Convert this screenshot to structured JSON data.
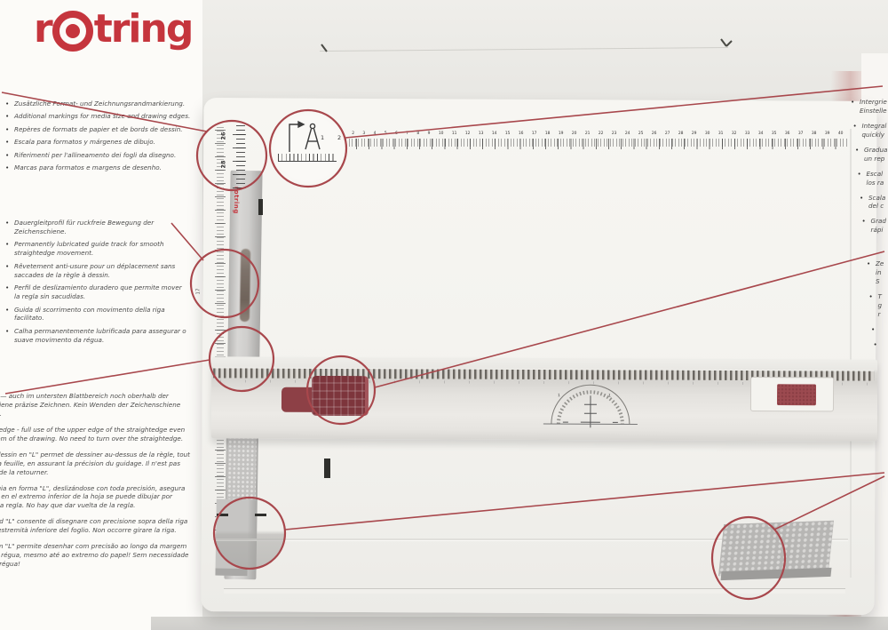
{
  "colors": {
    "logo_red": "#c5353d",
    "callout_red": "#a8474c"
  },
  "logo": {
    "prefix": "r",
    "suffix": "tring"
  },
  "left_blocks": {
    "format_markings": {
      "items": [
        "Zusätzliche Format- und Zeichnungsrandmarkierung.",
        "Additional markings for media size and drawing edges.",
        "Repères de formats de papier et de bords de dessin.",
        "Escala para formatos y márgenes de dibujo.",
        "Riferimenti per l'allineamento dei fogli da disegno.",
        "Marcas para formatos e margens de desenho."
      ]
    },
    "guide_track": {
      "items": [
        "Dauergleitprofil für ruckfreie Bewegung der Zeichenschiene.",
        "Permanently lubricated guide track for smooth straightedge movement.",
        "Rêvetement anti-usure pour un déplacement sans saccades de la règle à dessin.",
        "Perfil de deslizamiento duradero que permite mover la regla sin sacudidas.",
        "Guida di scorrimento con movimento della riga facilitato.",
        "Calha permanentemente lubrificada para assegurar o suave movimento da régua."
      ]
    },
    "l_system": {
      "paragraphs": [
        "\"L\"-System — auch im untersten Blattbereich noch oberhalb der Zeichenschiene präzise Zeichnen. Kein Wenden der Zeichenschiene erforderlich.",
        "\"L\" straightedge - full use of the upper edge of the straightedge even at the bottom of the drawing. No need to turn over the straightedge.",
        "La règle à dessin en \"L\" permet de dessiner au-dessus de la règle, tout en bas de la feuille, en assurant la précision du guidage. Il n'est pas nécessaire de la retourner.",
        "La regla- guia en forma \"L\", deslizándose con toda precisión, asegura que incluso en el extremo inferior de la hoja se puede dibujar por encima de la regla. No hay que dar vuelta de la regla.",
        "Il sistema ad \"L\" consente di disegnare con precisione sopra della riga anche nell'estremità inferiore del foglio. Non occorre girare la riga.",
        "O design em \"L\" permite desenhar com precisão ao longo da margem superior da régua, mesmo até ao extremo do papel! Sem necessidade de voltar a régua!"
      ]
    }
  },
  "right_blocks": {
    "integrated": {
      "items": [
        {
          "lines": [
            "Intergrie",
            "Einstelle"
          ]
        },
        {
          "lines": [
            "Integral",
            "quickly"
          ]
        },
        {
          "lines": [
            "Gradua",
            "un rep"
          ]
        },
        {
          "lines": [
            "Escal",
            "los ra"
          ]
        },
        {
          "lines": [
            "Scala",
            "del c"
          ]
        },
        {
          "lines": [
            "Grad",
            "rápi"
          ]
        }
      ]
    },
    "fragments": {
      "items": [
        {
          "lines": [
            "Ze",
            "in",
            "S"
          ]
        },
        {
          "lines": [
            "T",
            "g",
            "r"
          ]
        },
        {
          "lines": [
            ""
          ]
        },
        {
          "lines": [
            ""
          ]
        }
      ]
    }
  },
  "board": {
    "rail_logo": "rotring",
    "top_ruler_numbers": [
      "1",
      "2",
      "3",
      "4",
      "5",
      "6",
      "7",
      "8",
      "9",
      "10",
      "11",
      "12",
      "13",
      "14",
      "15",
      "16",
      "17",
      "18",
      "19",
      "20",
      "21",
      "22",
      "23",
      "24",
      "25",
      "26",
      "27",
      "28",
      "29",
      "30",
      "31",
      "32",
      "33",
      "34",
      "35",
      "36",
      "37",
      "38",
      "39",
      "40"
    ],
    "left_ruler_numbers": [
      "26",
      "28",
      "17"
    ],
    "zoom_circle_numbers": [
      "1",
      "2"
    ],
    "protractor_numbers": [
      "1",
      "1"
    ]
  }
}
